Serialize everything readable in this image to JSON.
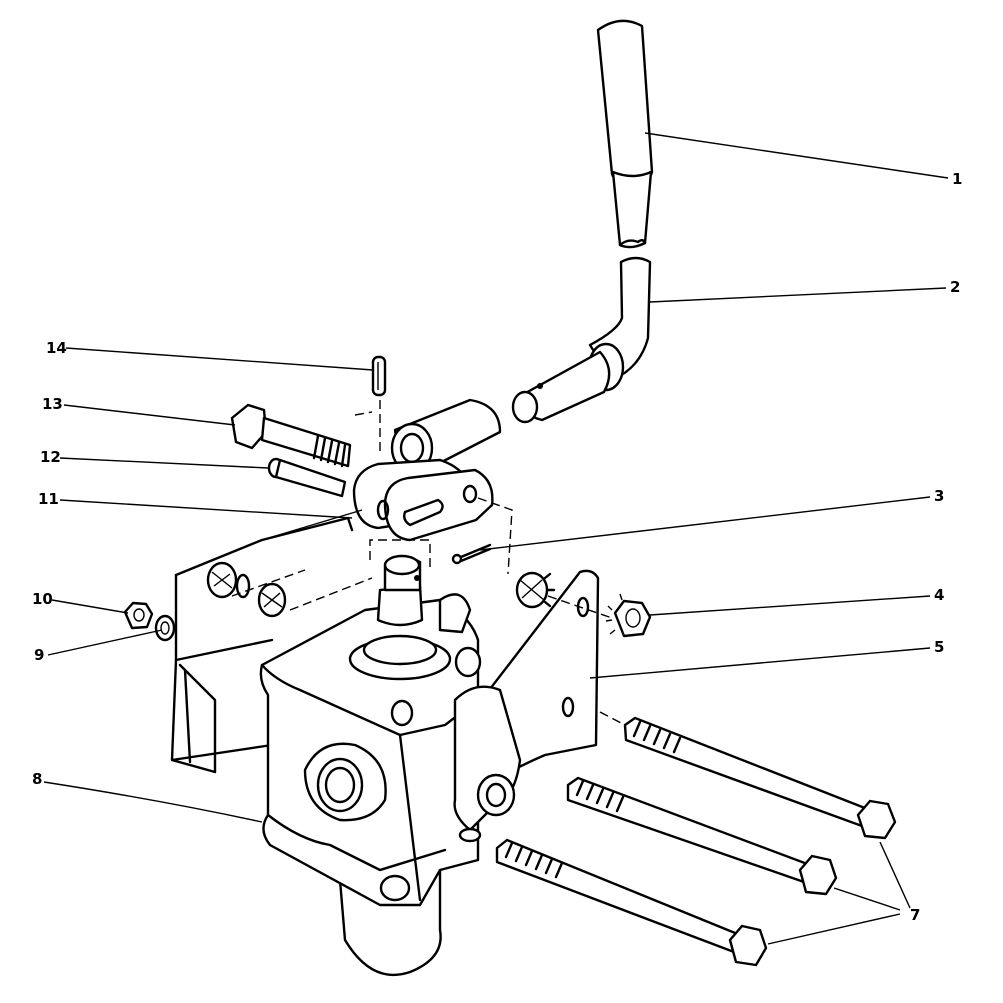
{
  "callouts": [
    {
      "id": "1",
      "label": "1"
    },
    {
      "id": "2",
      "label": "2"
    },
    {
      "id": "3",
      "label": "3"
    },
    {
      "id": "4",
      "label": "4"
    },
    {
      "id": "5",
      "label": "5"
    },
    {
      "id": "7",
      "label": "7"
    },
    {
      "id": "8",
      "label": "8"
    },
    {
      "id": "9",
      "label": "9"
    },
    {
      "id": "10",
      "label": "10"
    },
    {
      "id": "11",
      "label": "11"
    },
    {
      "id": "12",
      "label": "12"
    },
    {
      "id": "13",
      "label": "13"
    },
    {
      "id": "14",
      "label": "14"
    }
  ]
}
